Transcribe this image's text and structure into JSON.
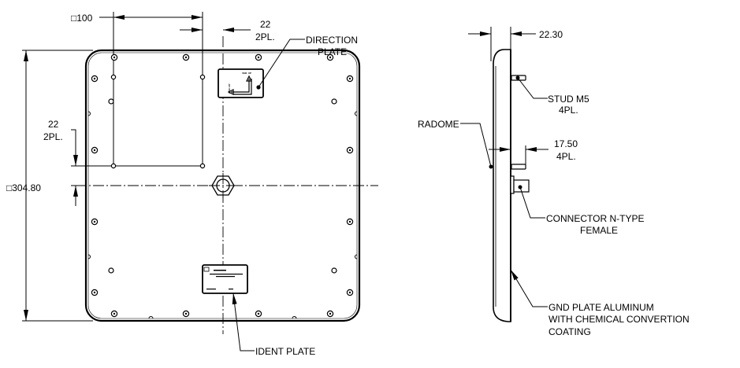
{
  "drawing": {
    "front_view": {
      "dim_square_size": "□304.80",
      "dim_mount_square": "□100",
      "dim_offset_top": {
        "value": "22",
        "qty": "2PL."
      },
      "dim_offset_left": {
        "value": "22",
        "qty": "2PL."
      },
      "callout_direction_plate": {
        "line1": "DIRECTION",
        "line2": "PLATE"
      },
      "callout_ident_plate": "IDENT PLATE"
    },
    "side_view": {
      "dim_thickness": "22.30",
      "dim_stud_length": {
        "value": "17.50",
        "qty": "4PL."
      },
      "callout_stud": {
        "line1": "STUD M5",
        "line2": "4PL."
      },
      "callout_radome": "RADOME",
      "callout_connector": {
        "line1": "CONNECTOR N-TYPE",
        "line2": "FEMALE"
      },
      "callout_gnd_plate": {
        "line1": "GND PLATE ALUMINUM",
        "line2": "WITH CHEMICAL CONVERTION",
        "line3": "COATING"
      }
    }
  }
}
